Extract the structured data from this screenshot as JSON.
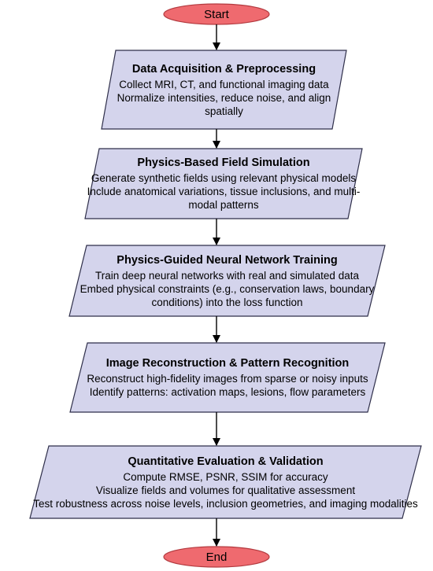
{
  "flowchart": {
    "start_label": "Start",
    "end_label": "End",
    "colors": {
      "terminal_fill": "#ef6a6f",
      "terminal_stroke": "#b33a3f",
      "process_fill": "#d4d4ec",
      "process_stroke": "#2f2f4a",
      "arrow": "#000000"
    },
    "steps": [
      {
        "title": "Data Acquisition & Preprocessing",
        "lines": [
          "Collect MRI, CT, and functional imaging data",
          "Normalize intensities, reduce noise, and align",
          "spatially"
        ]
      },
      {
        "title": "Physics-Based Field Simulation",
        "lines": [
          "Generate synthetic fields using relevant physical models",
          "Include anatomical variations, tissue inclusions, and multi-",
          "modal patterns"
        ]
      },
      {
        "title": "Physics-Guided Neural Network Training",
        "lines": [
          "Train deep neural networks with real and simulated data",
          "Embed physical constraints (e.g., conservation laws, boundary",
          "conditions) into the loss function"
        ]
      },
      {
        "title": "Image Reconstruction & Pattern Recognition",
        "lines": [
          "Reconstruct high-fidelity images from sparse or noisy inputs",
          "Identify patterns: activation maps, lesions, flow parameters"
        ]
      },
      {
        "title": "Quantitative Evaluation & Validation",
        "lines": [
          "Compute RMSE, PSNR, SSIM for accuracy",
          "Visualize fields and volumes for qualitative assessment",
          "Test robustness across noise levels, inclusion geometries, and imaging modalities"
        ]
      }
    ]
  }
}
